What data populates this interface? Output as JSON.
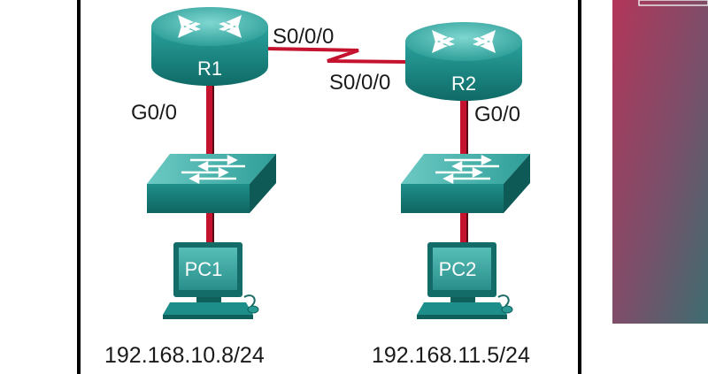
{
  "topology": {
    "routers": [
      {
        "name": "R1",
        "label": "R1",
        "port_wan": "S0/0/0",
        "port_lan": "G0/0"
      },
      {
        "name": "R2",
        "label": "R2",
        "port_wan": "S0/0/0",
        "port_lan": "G0/0"
      }
    ],
    "pcs": [
      {
        "label": "PC1",
        "ip": "192.168.10.8/24"
      },
      {
        "label": "PC2",
        "ip": "192.168.11.5/24"
      }
    ]
  },
  "colors": {
    "device_teal": "#1e8e8a",
    "device_top": "#5cc3bd",
    "device_dark": "#0f5f5b",
    "link_red": "#c4122f",
    "frame": "#000000",
    "side_panel_top": "#b23b5c",
    "side_panel_bottom": "#3f6f72"
  }
}
